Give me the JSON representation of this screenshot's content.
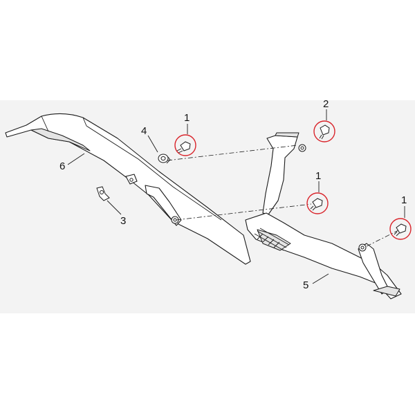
{
  "callouts": {
    "c1a": "1",
    "c1b": "1",
    "c1c": "1",
    "c2": "2",
    "c3": "3",
    "c4": "4",
    "c5": "5",
    "c6": "6"
  },
  "colors": {
    "highlight_ring": "#d9242b",
    "panel_background": "#f3f3f3",
    "line": "#1a1a1a"
  }
}
